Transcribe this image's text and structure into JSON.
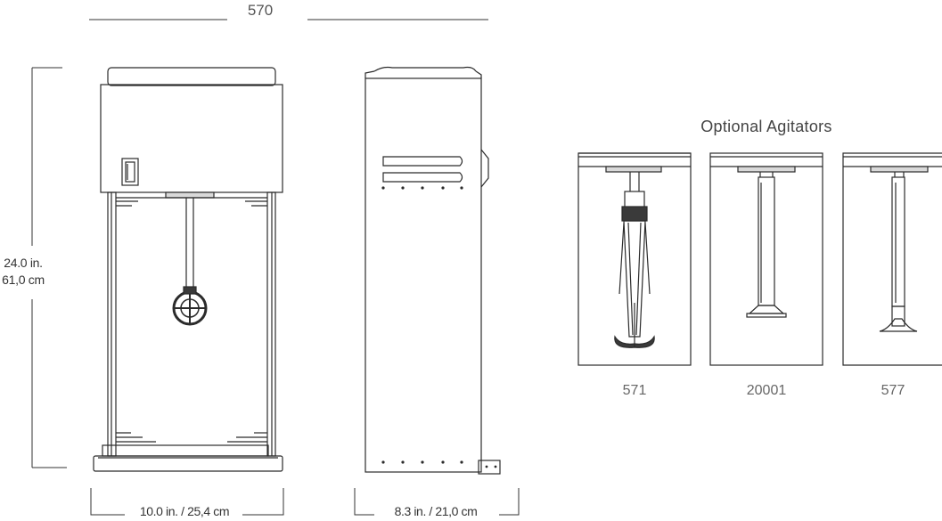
{
  "model": "570",
  "dimensions": {
    "height_imperial": "24.0 in.",
    "height_metric": "61,0 cm",
    "width": "10.0 in. / 25,4 cm",
    "depth": "8.3 in. / 21,0 cm"
  },
  "agitators": {
    "title": "Optional Agitators",
    "items": [
      {
        "model": "571"
      },
      {
        "model": "20001"
      },
      {
        "model": "577"
      }
    ]
  },
  "colors": {
    "line": "#2b2b2b",
    "dim_line": "#333333",
    "fill_dark": "#3a3a3a",
    "fill_light": "#d9d9d9"
  }
}
